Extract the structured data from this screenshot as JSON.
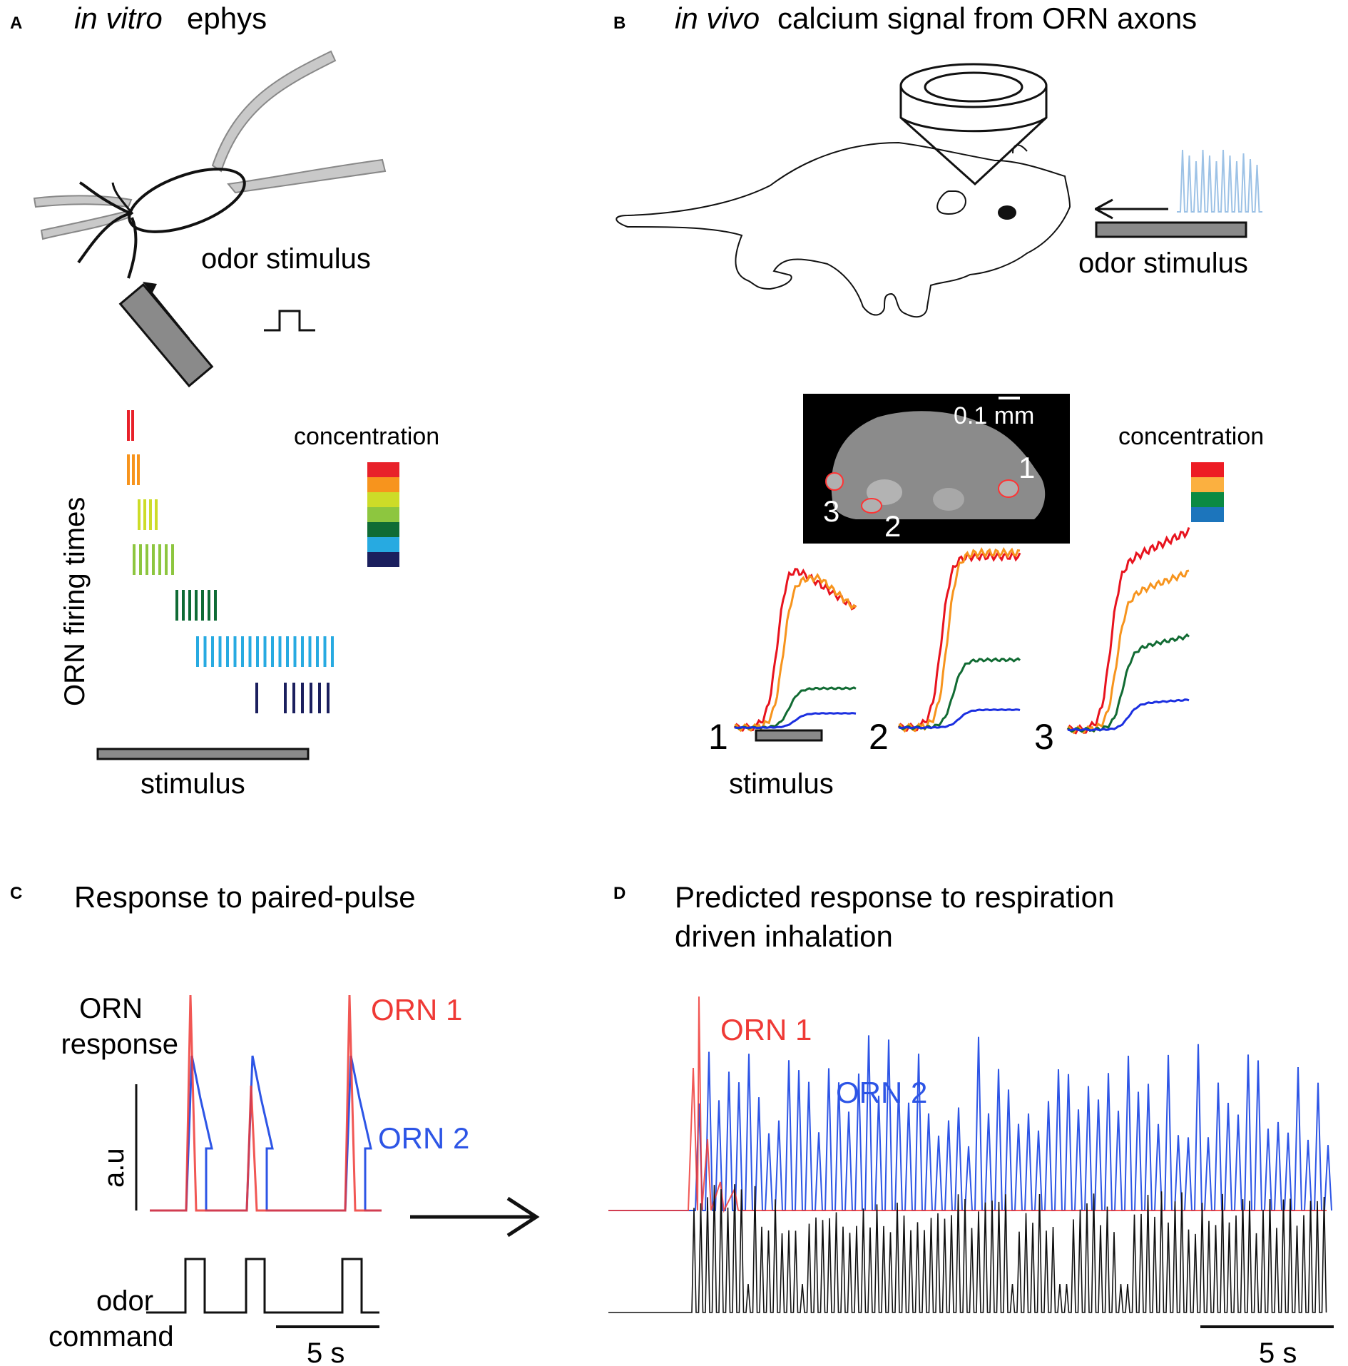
{
  "panels": {
    "A": {
      "letter": "A",
      "title_italic": "in vitro",
      "title_rest": " ephys",
      "odor_stimulus_label": "odor stimulus",
      "y_label": "ORN firing times",
      "concentration_label": "concentration",
      "stimulus_label": "stimulus",
      "raster_colors": [
        "#e8212a",
        "#f7941d",
        "#cddc28",
        "#8dc63f",
        "#0f6b35",
        "#27aae1",
        "#1b1f5e"
      ],
      "raster_spike_counts": [
        2,
        3,
        4,
        7,
        7,
        19,
        7
      ]
    },
    "B": {
      "letter": "B",
      "title_italic": "in vivo",
      "title_rest": " calcium signal from ORN axons",
      "odor_stimulus_label": "odor stimulus",
      "scale_label": "0.1 mm",
      "roi_labels": [
        "1",
        "2",
        "3"
      ],
      "concentration_label": "concentration",
      "concentration_colors": [
        "#ed1c24",
        "#fbb040",
        "#0b8a43",
        "#1c75bc"
      ],
      "trace_colors": [
        "#e8131e",
        "#f7941d",
        "#116b33",
        "#1b2fe0"
      ],
      "trace_ids": [
        "1",
        "2",
        "3"
      ],
      "stimulus_label": "stimulus"
    },
    "C": {
      "letter": "C",
      "title": "Response to paired-pulse",
      "response_label_line1": "ORN",
      "response_label_line2": "response",
      "axis_label": "a.u",
      "series": [
        {
          "name": "ORN 1",
          "color": "#ef3a36"
        },
        {
          "name": "ORN 2",
          "color": "#2d55e6"
        }
      ],
      "command_label_line1": "odor",
      "command_label_line2": "command",
      "scale_label": "5 s"
    },
    "D": {
      "letter": "D",
      "title_line1": "Predicted response to respiration",
      "title_line2": "driven inhalation",
      "series": [
        {
          "name": "ORN 1",
          "color": "#ef3a36"
        },
        {
          "name": "ORN 2",
          "color": "#2d55e6"
        }
      ],
      "scale_label": "5 s"
    }
  }
}
